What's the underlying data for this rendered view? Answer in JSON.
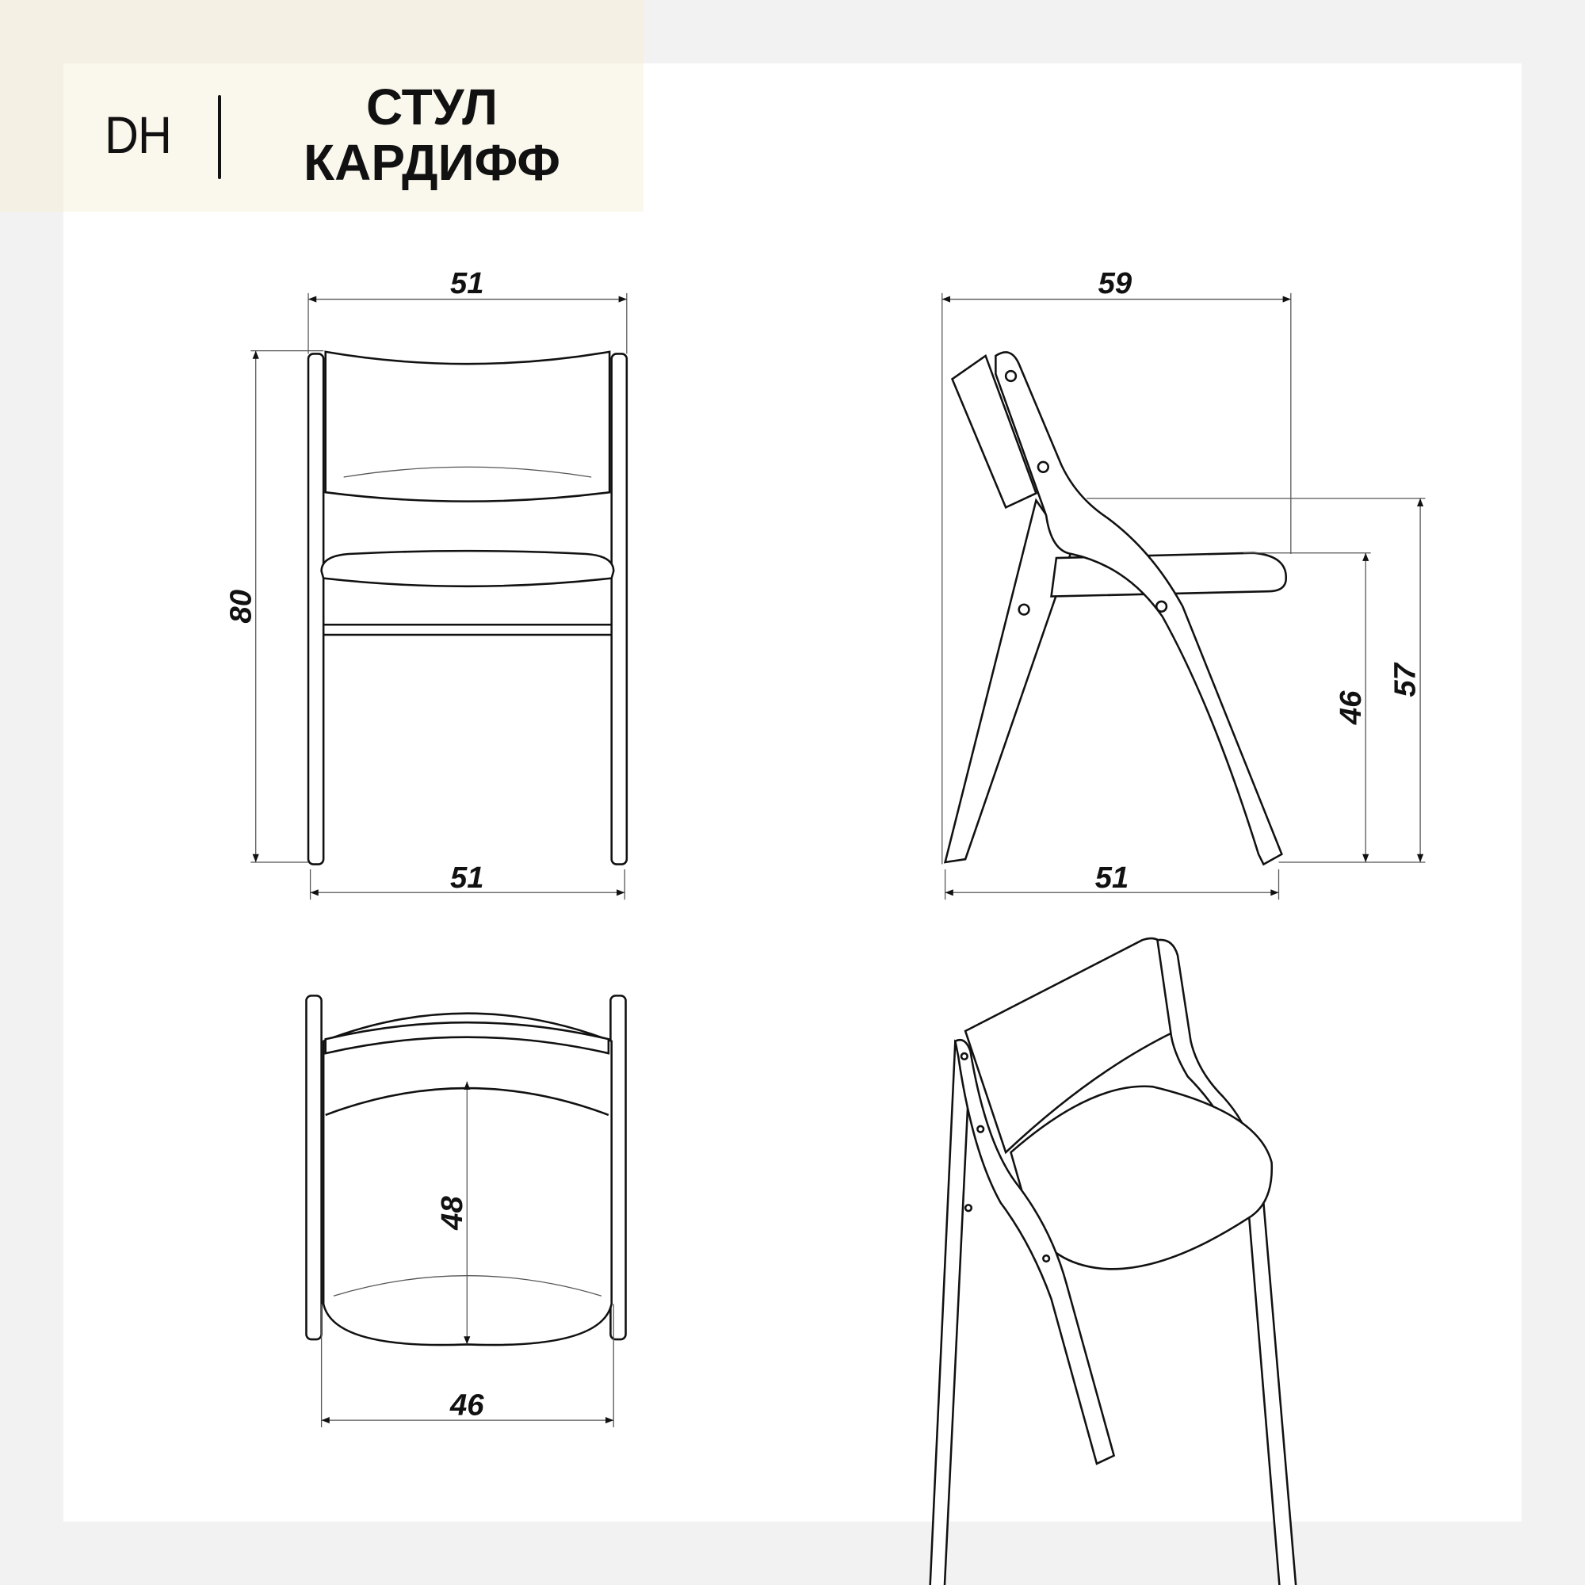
{
  "header": {
    "brand": "DH",
    "title_line1": "СТУЛ",
    "title_line2": "КАРДИФФ"
  },
  "dimensions": {
    "front_width_top": "51",
    "front_height": "80",
    "front_width_bottom": "51",
    "side_depth_top": "59",
    "side_seat_height": "46",
    "side_armrest_height": "57",
    "side_depth_bottom": "51",
    "top_seat_depth": "48",
    "top_seat_width": "46"
  },
  "colors": {
    "background": "#f2f2f2",
    "panel": "#ffffff",
    "header_outer": "#f5f0e4",
    "header_inner": "#faf7ec",
    "line": "#111111"
  }
}
